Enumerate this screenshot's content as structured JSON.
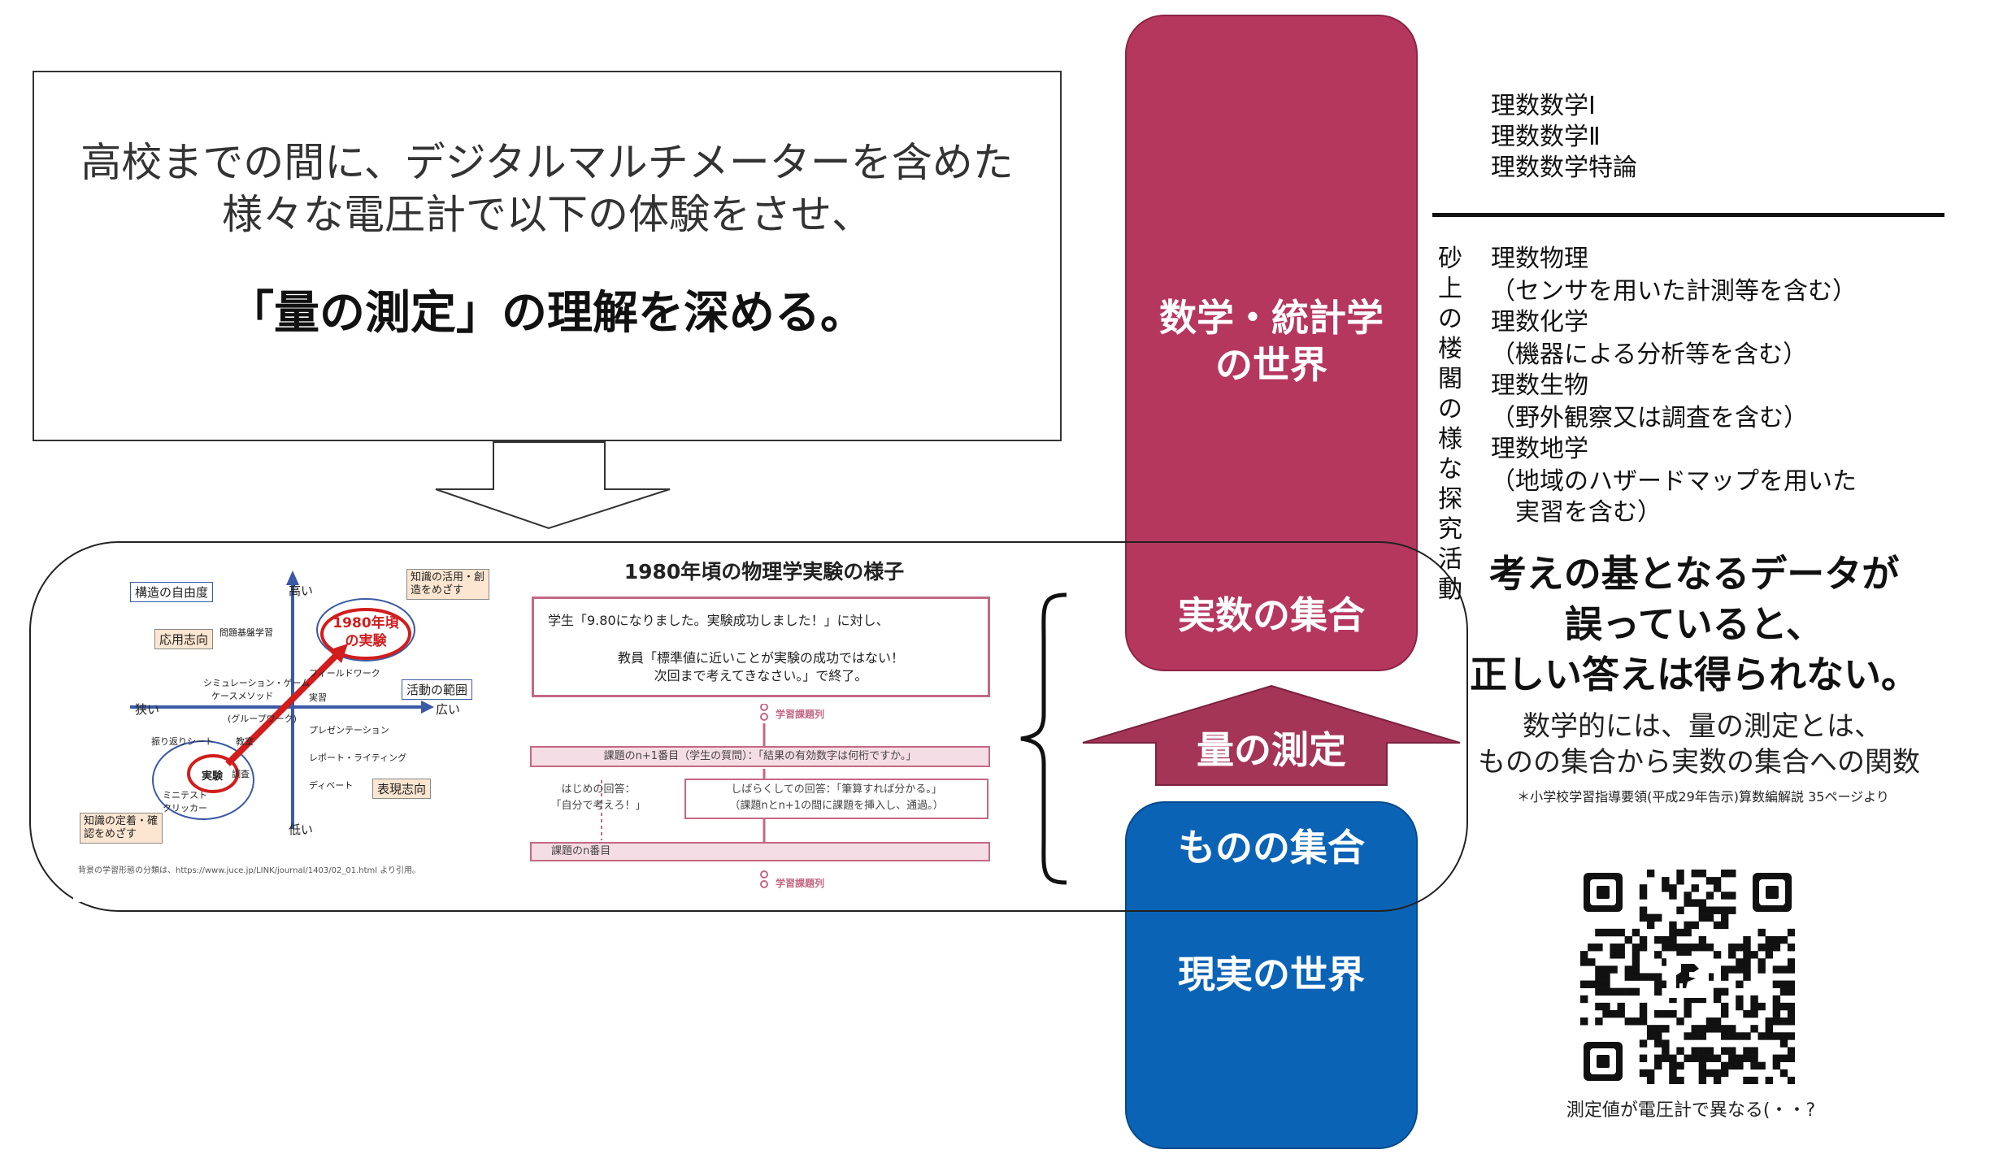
{
  "callout": {
    "line1": "高校までの間に、デジタルマルチメーターを含めた",
    "line2": "様々な電圧計で以下の体験をさせ、",
    "line3": "「量の測定」の理解を深める。"
  },
  "math_world": {
    "line1": "数学・統計学",
    "line2": "の世界"
  },
  "real_set": "実数の集合",
  "measurement": "量の測定",
  "thing_set": "ものの集合",
  "real_world": "現実の世界",
  "math_courses": [
    "理数数学Ⅰ",
    "理数数学Ⅱ",
    "理数数学特論"
  ],
  "vertical_note": "砂上の楼閣の様な探究活動",
  "science_courses": [
    "理数物理",
    "（センサを用いた計測等を含む）",
    "理数化学",
    "（機器による分析等を含む）",
    "理数生物",
    "（野外観察又は調査を含む）",
    "理数地学",
    "（地域のハザードマップを用いた",
    "　実習を含む）"
  ],
  "warning": {
    "line1": "考えの基となるデータが",
    "line2": "誤っていると、",
    "line3": "正しい答えは得られない。"
  },
  "definition": {
    "line1": "数学的には、量の測定とは、",
    "line2": "ものの集合から実数の集合への関数"
  },
  "citation": "＊小学校学習指導要領(平成29年告示)算数編解説 35ページより",
  "qr_caption": "測定値が電圧計で異なる(・・?",
  "embed": {
    "title": "1980年頃の物理学実験の様子",
    "left_labels": {
      "autonomy": "構造の自由度",
      "high": "高い",
      "low": "低い",
      "knowledge_use": "知識の活用・創造をめざす",
      "applied": "応用志向",
      "activity_range": "活動の範囲",
      "narrow": "狭い",
      "wide": "広い",
      "expression": "表現志向",
      "knowledge_fix": "知識の定着・確認をめざす",
      "highlight": "1980年頃の実験",
      "lab": "実験",
      "items": [
        "問題基盤学習",
        "シミュレーション・ゲーム",
        "ケースメソッド",
        "フィールドワーク",
        "実習",
        "(グループワーク)",
        "プレゼンテーション",
        "振り返りシート",
        "教室",
        "レポート・ライティング",
        "ディベート",
        "ミニテスト",
        "クリッカー",
        "調査"
      ],
      "footnote": "背景の学習形態の分類は、https://www.juce.jp/LINK/journal/1403/02_01.html より引用。"
    },
    "dialog1": "学生「9.80になりました。実験成功しました！」に対し、",
    "dialog2": "教員「標準値に近いことが実験の成功ではない！",
    "dialog3": "次回まで考えてきなさい。」で終了。",
    "series_label": "学習課題列",
    "row1": "課題のn+1番目（学生の質問）：「結果の有効数字は何桁ですか。」",
    "row2a": "はじめの回答：",
    "row2b": "「自分で考えろ！」",
    "row3a": "しばらくしての回答：「筆算すれば分かる。」",
    "row3b": "（課題nとn+1の間に課題を挿入し、通過。）",
    "row4": "課題のn番目"
  },
  "colors": {
    "math": "#b5375e",
    "real": "#0b63b6",
    "arrow": "#a43557",
    "embed_border": "#c46884",
    "embed_row": "#f5dde5"
  }
}
